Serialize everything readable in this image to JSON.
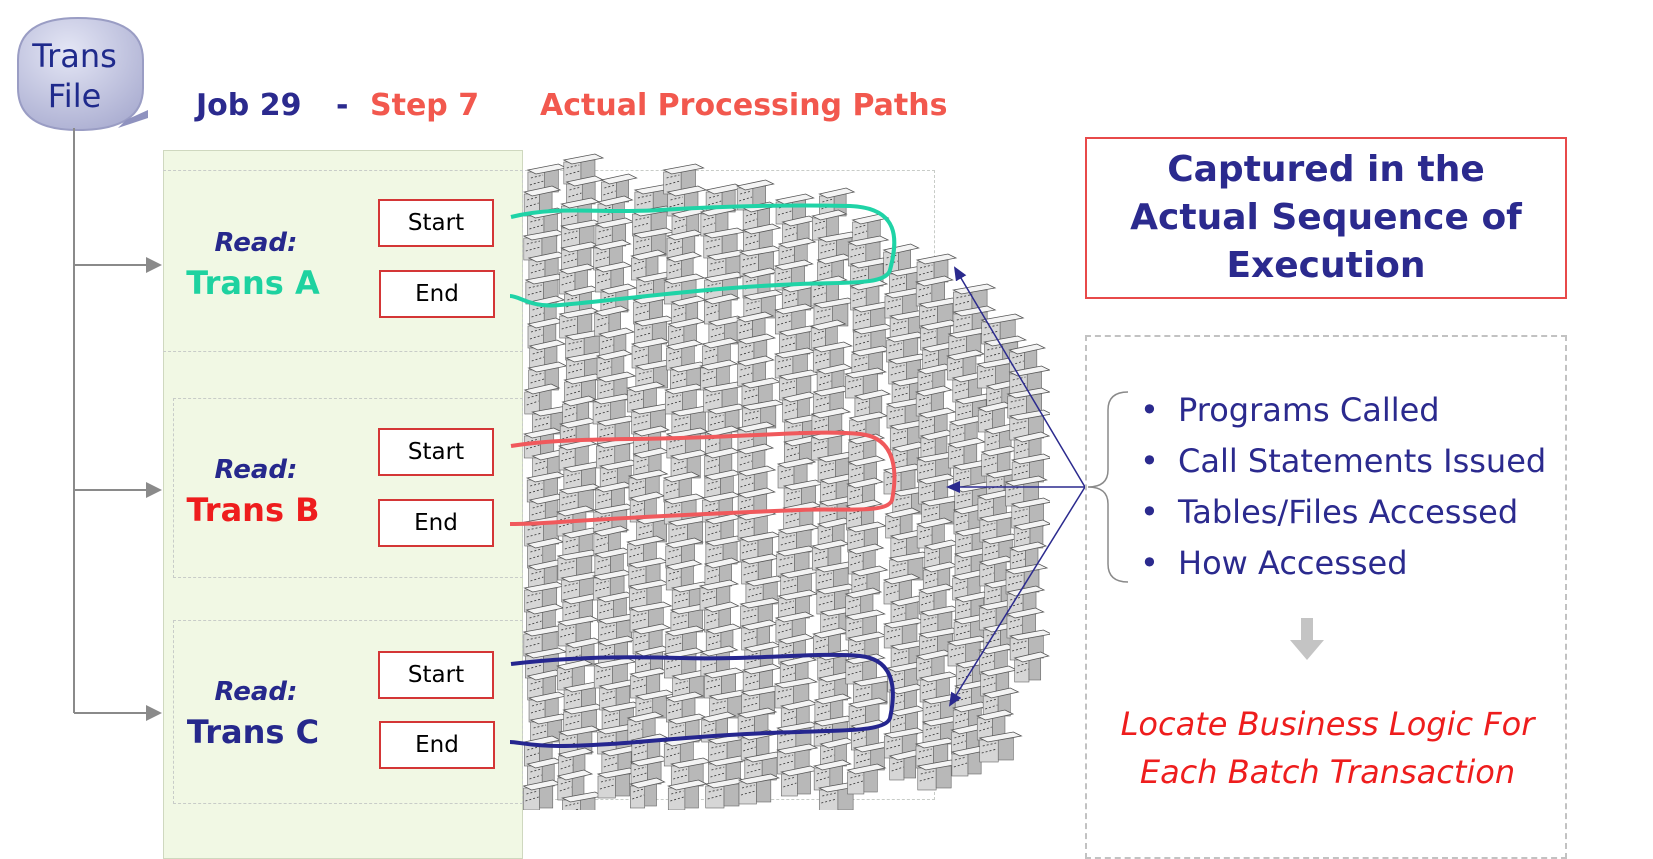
{
  "source": {
    "line1": "Trans",
    "line2": "File"
  },
  "header": {
    "job": "Job 29",
    "dash": "-",
    "step": "Step 7",
    "paths": "Actual Processing Paths"
  },
  "transactions": [
    {
      "read": "Read:",
      "name": "Trans A",
      "color": "#1ed2a0",
      "path_color": "#1fd3a6",
      "start": "Start",
      "end": "End"
    },
    {
      "read": "Read:",
      "name": "Trans B",
      "color": "#ee1d1d",
      "path_color": "#f0595c",
      "start": "Start",
      "end": "End"
    },
    {
      "read": "Read:",
      "name": "Trans C",
      "color": "#26288c",
      "path_color": "#25268f",
      "start": "Start",
      "end": "End"
    }
  ],
  "captured": {
    "line1": "Captured in the",
    "line2": "Actual Sequence of",
    "line3": "Execution"
  },
  "captured_items": [
    "Programs Called",
    "Call Statements Issued",
    "Tables/Files Accessed",
    "How Accessed"
  ],
  "conclusion": {
    "line1": "Locate Business Logic For",
    "line2": "Each Batch Transaction"
  },
  "colors": {
    "navy": "#2b2a8e",
    "salmon": "#f2584e",
    "red": "#ee1d1d",
    "panel_bg": "#f1f8e4",
    "arrow_gray": "#8a8a8a"
  }
}
